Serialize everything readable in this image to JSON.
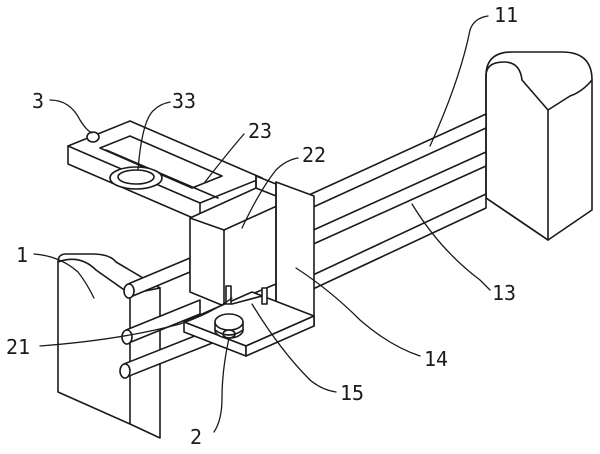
{
  "figure": {
    "stroke_color": "#1a1a1a",
    "background": "#ffffff",
    "labels": {
      "l11": "11",
      "l3": "3",
      "l33": "33",
      "l23": "23",
      "l22": "22",
      "l1": "1",
      "l13": "13",
      "l21": "21",
      "l14": "14",
      "l15": "15",
      "l2": "2"
    }
  }
}
